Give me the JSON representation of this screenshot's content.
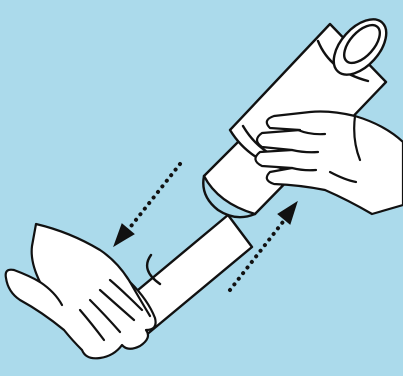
{
  "scene": {
    "subject": "telescope",
    "colors": {
      "background": "#abdaeb",
      "fill": "#ffffff",
      "stroke": "#111111"
    },
    "arrows": [
      {
        "name": "pull-left",
        "direction": "down-left",
        "style": "dotted"
      },
      {
        "name": "push-right",
        "direction": "up-right",
        "style": "dotted"
      }
    ]
  }
}
